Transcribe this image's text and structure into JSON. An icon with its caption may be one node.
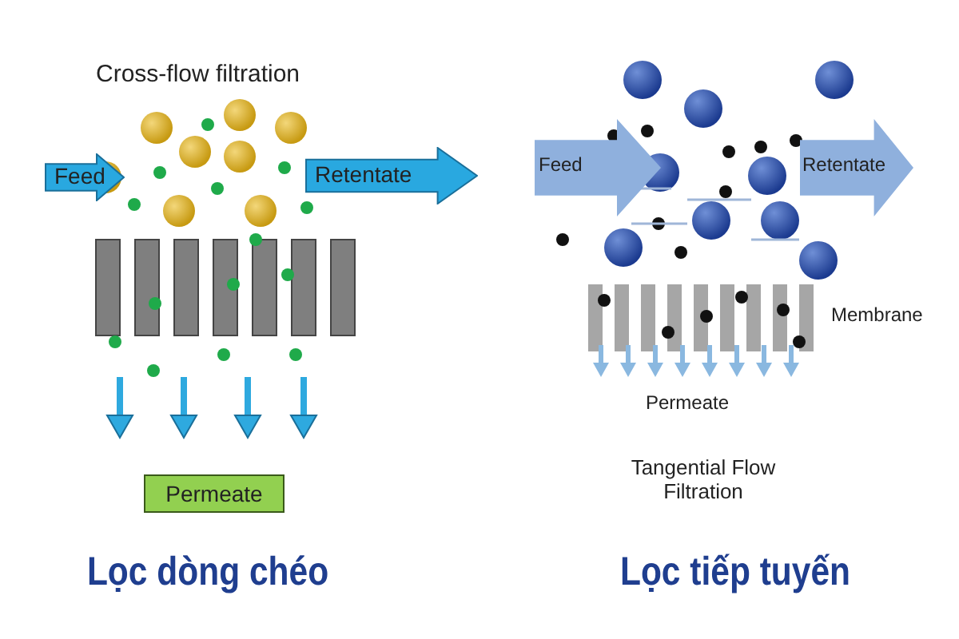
{
  "diagram": {
    "nodes": [
      {
        "text": [
          "Feed"
        ]
      },
      {
        "text": [
          "Retentate"
        ]
      },
      {
        "text": [
          "Permeate"
        ]
      },
      {
        "text": [
          "Feed"
        ]
      },
      {
        "text": [
          "Retentate"
        ]
      }
    ],
    "labels": [
      "Cross-flow filtration",
      "Membrane",
      "Permeate",
      "Tangential Flow Filtration",
      "Lọc dòng chéo",
      "Lọc tiếp tuyến"
    ]
  }
}
